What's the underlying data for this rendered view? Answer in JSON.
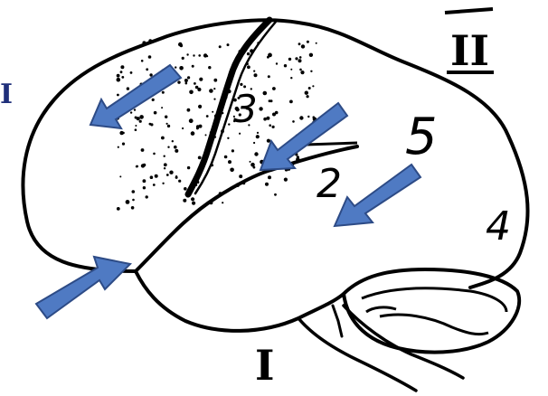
{
  "edge_label": "I",
  "labels": {
    "top_right": "II",
    "bottom": "I",
    "num_2": "2",
    "num_3": "3",
    "num_4": "4",
    "num_5": "5"
  },
  "colors": {
    "arrow_fill": "#4f7ac3",
    "arrow_stroke": "#2d4b86",
    "line": "#000000",
    "edge_label": "#1f2f7a"
  }
}
